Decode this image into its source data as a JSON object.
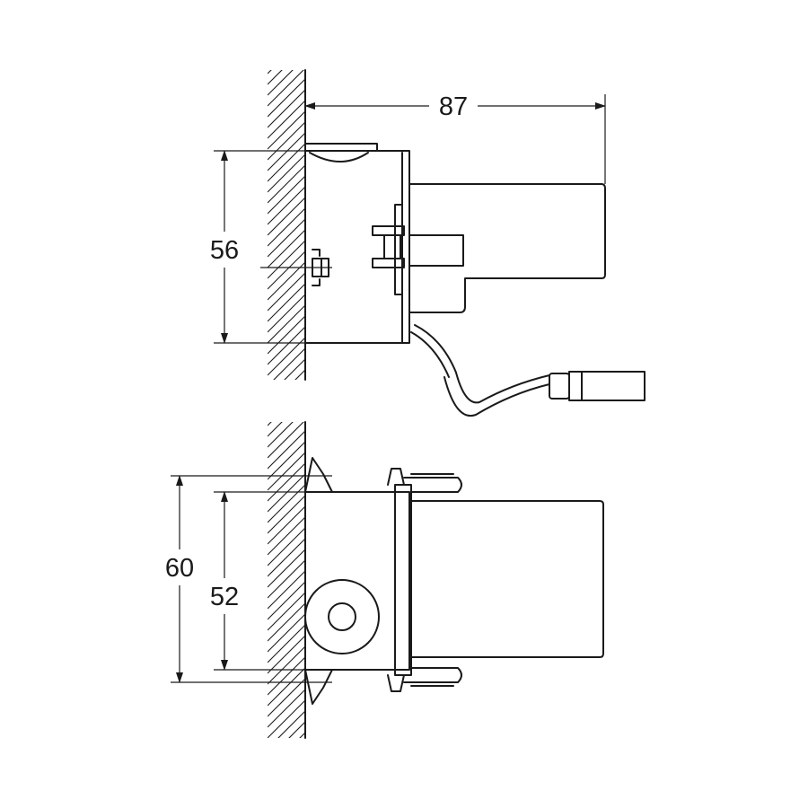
{
  "dimensions": {
    "depth": "87",
    "side_height": "56",
    "front_outer_height": "60",
    "front_inner_height": "52"
  },
  "colors": {
    "ink": "#1a1a1a",
    "background": "#ffffff"
  }
}
